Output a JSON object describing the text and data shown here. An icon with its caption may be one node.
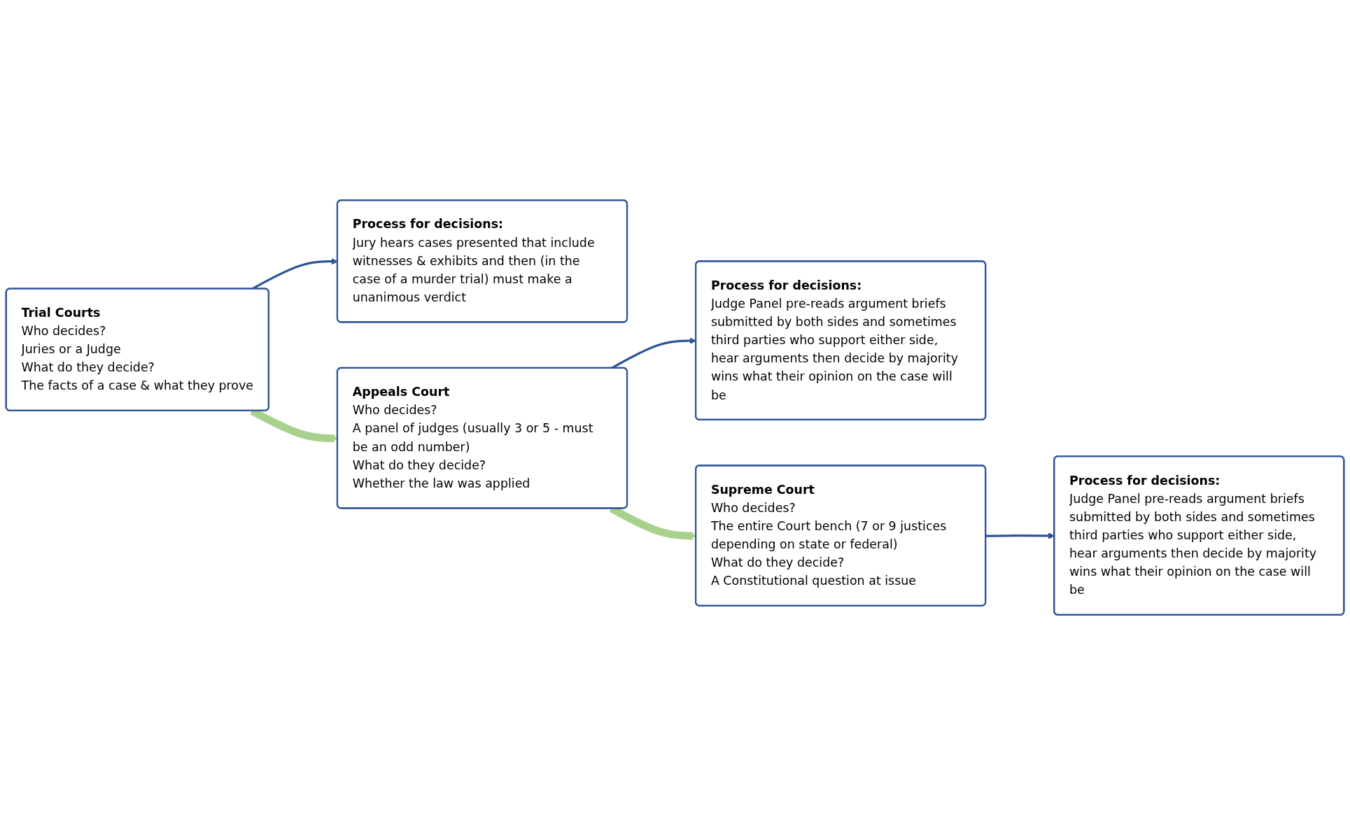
{
  "diagram": {
    "nodes": [
      {
        "text": [
          "Trial Courts",
          "Who decides?",
          "Juries or a Judge",
          "What do they decide?",
          "The facts of a case & what they prove"
        ]
      },
      {
        "text": [
          "Process for decisions:",
          "Jury hears cases presented that include witnesses & exhibits and then (in the case of a murder trial) must make a unanimous verdict"
        ]
      },
      {
        "text": [
          "Appeals Court",
          "Who decides?",
          "A panel of judges (usually 3 or 5 - must be an odd number)",
          "What do they decide?",
          "Whether the law was applied"
        ]
      },
      {
        "text": [
          "Process for decisions:",
          "Judge Panel pre-reads argument briefs submitted by both sides and sometimes third parties who support either side, hear arguments then decide by majority wins what their opinion on the case will be"
        ]
      },
      {
        "text": [
          "Supreme Court",
          "Who decides?",
          "The entire Court bench (7 or 9 justices depending on state or federal)",
          "What do they decide?",
          "A Constitutional question at issue"
        ]
      },
      {
        "text": [
          "Process for decisions:",
          "Judge Panel pre-reads argument briefs submitted by both sides and sometimes third parties who support either side, hear arguments then decide by majority wins what their opinion on the case will be"
        ]
      }
    ],
    "edges": [
      {
        "from": 0,
        "to": 2,
        "arrow": "to",
        "style": "thick",
        "color": "#a9d18e"
      },
      {
        "from": 0,
        "to": 1,
        "arrow": "to"
      },
      {
        "from": 2,
        "to": 3,
        "arrow": "to"
      },
      {
        "from": 2,
        "to": 4,
        "arrow": "to",
        "style": "thick",
        "color": "#a9d18e"
      },
      {
        "from": 4,
        "to": 5,
        "arrow": "to"
      }
    ]
  }
}
